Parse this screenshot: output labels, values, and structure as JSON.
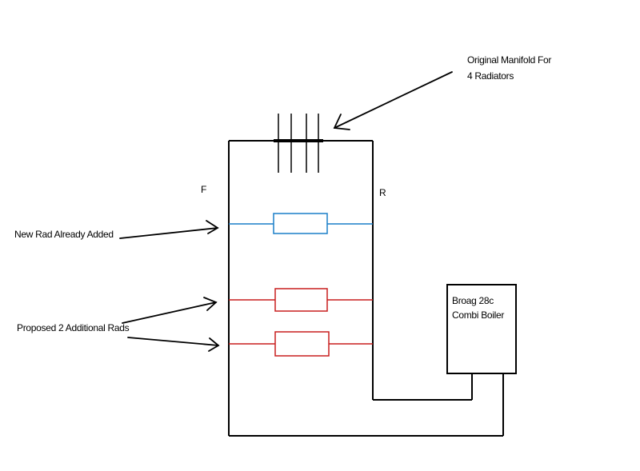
{
  "labels": {
    "manifold_line1": "Original Manifold For",
    "manifold_line2": "4 Radiators",
    "flow": "F",
    "return": "R",
    "new_rad": "New Rad Already Added",
    "proposed": "Proposed 2 Additional Rads",
    "boiler_line1": "Broag 28c",
    "boiler_line2": "Combi Boiler"
  },
  "colors": {
    "pipe": "#000000",
    "existing_radiator": "#1a7fc8",
    "proposed_radiator": "#c81e1e",
    "background": "#ffffff"
  }
}
